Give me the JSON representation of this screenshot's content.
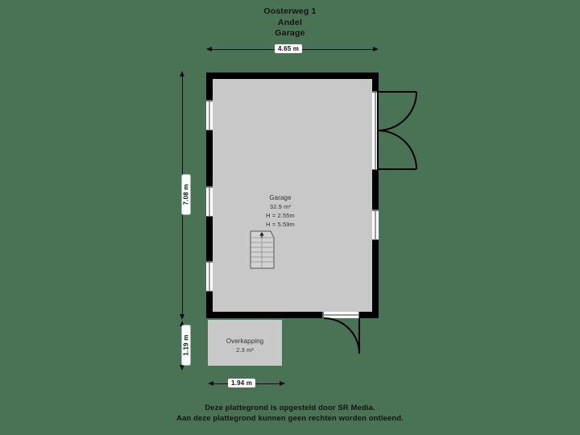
{
  "header": {
    "line1": "Oosterweg 1",
    "line2": "Andel",
    "line3": "Garage"
  },
  "footer": {
    "line1": "Deze plattegrond is opgesteld door SR Media.",
    "line2": "Aan deze plattegrond kunnen geen rechten worden ontleend."
  },
  "dimensions": {
    "top_width": "4.65 m",
    "left_height_main": "7.08 m",
    "left_height_canopy": "1.19 m",
    "bottom_width": "1.94 m"
  },
  "rooms": [
    {
      "name": "Garage",
      "area": "32.9 m²",
      "height_1": "H = 2.55m",
      "height_2": "H = 5.59m"
    },
    {
      "name": "Overkapping",
      "area": "2.3 m²"
    }
  ],
  "colors": {
    "background": "#4a7254",
    "wall": "#000000",
    "floor": "#c8c8c8",
    "text": "#141414",
    "label_text": "#333333",
    "dimension_line": "#111111",
    "dimension_label_bg": "#ffffff"
  },
  "features": {
    "left_windows": 3,
    "right_windows": 1,
    "double_door": "double-door-right-wall",
    "single_door": "single-door-bottom-wall",
    "stairs": "staircase-symbol"
  }
}
